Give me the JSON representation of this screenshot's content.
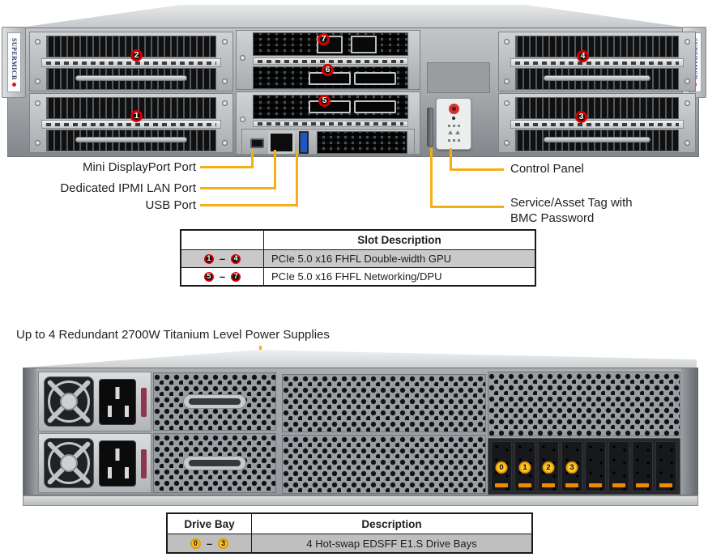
{
  "branding": {
    "ear_text": "SUPERMICR"
  },
  "top_view": {
    "callouts": [
      "1",
      "2",
      "3",
      "4",
      "5",
      "6",
      "7"
    ],
    "port_labels": {
      "mini_displayport": "Mini DisplayPort Port",
      "ipmi_lan": "Dedicated IPMI LAN Port",
      "usb": "USB Port"
    },
    "panel_labels": {
      "control_panel": "Control Panel",
      "service_tag_line1": "Service/Asset Tag with",
      "service_tag_line2": "BMC Password"
    }
  },
  "slot_table": {
    "header": "Slot Description",
    "rows": [
      {
        "from": "1",
        "dash": "–",
        "to": "4",
        "description": "PCIe 5.0 x16 FHFL Double-width GPU"
      },
      {
        "from": "5",
        "dash": "–",
        "to": "7",
        "description": "PCIe 5.0 x16 FHFL Networking/DPU"
      }
    ]
  },
  "bottom_view": {
    "caption": "Up to 4 Redundant 2700W Titanium Level Power Supplies",
    "drive_badges": [
      "0",
      "1",
      "2",
      "3"
    ]
  },
  "drive_table": {
    "col1_header": "Drive Bay",
    "col2_header": "Description",
    "row": {
      "from": "0",
      "dash": "–",
      "to": "3",
      "description": "4 Hot-swap EDSFF E1.S Drive Bays"
    }
  },
  "colors": {
    "leader_line": "#F6AE17",
    "callout_ring": "#D60000",
    "drive_badge_fill": "#FFC72C",
    "drive_badge_ring": "#E39B00"
  }
}
